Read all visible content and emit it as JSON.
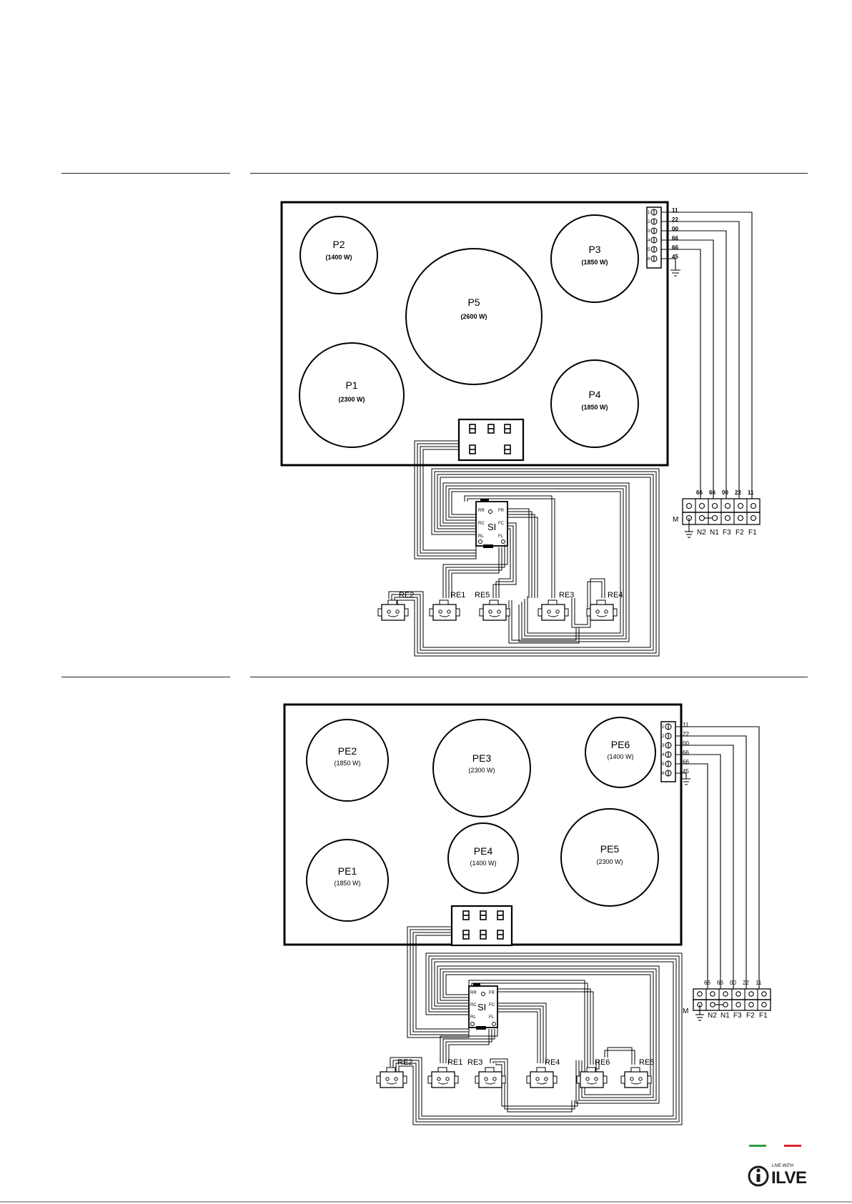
{
  "diagram1": {
    "burners": [
      {
        "name": "P2",
        "power": "(1400 W)"
      },
      {
        "name": "P5",
        "power": "(2600 W)"
      },
      {
        "name": "P3",
        "power": "(1850 W)"
      },
      {
        "name": "P1",
        "power": "(2300 W)"
      },
      {
        "name": "P4",
        "power": "(1850 W)"
      }
    ],
    "terminal_numbers": [
      "1",
      "2",
      "3",
      "4",
      "5",
      "6"
    ],
    "terminal_codes": [
      "11",
      "22",
      "00",
      "66",
      "66",
      "45"
    ],
    "block_codes": [
      "66",
      "66",
      "00",
      "22",
      "11"
    ],
    "block_labels": {
      "m": "M",
      "n2": "N2",
      "n1": "N1",
      "f3": "F3",
      "f2": "F2",
      "f1": "F1"
    },
    "si": {
      "label": "SI",
      "rr": "RR",
      "fr": "FR",
      "rc": "RC",
      "fc": "FC",
      "rl": "RL",
      "fl": "FL"
    },
    "regulators": [
      "RE2",
      "RE1",
      "RE5",
      "RE3",
      "RE4"
    ]
  },
  "diagram2": {
    "burners": [
      {
        "name": "PE2",
        "power": "(1850 W)"
      },
      {
        "name": "PE3",
        "power": "(2300 W)"
      },
      {
        "name": "PE6",
        "power": "(1400 W)"
      },
      {
        "name": "PE1",
        "power": "(1850 W)"
      },
      {
        "name": "PE4",
        "power": "(1400 W)"
      },
      {
        "name": "PE5",
        "power": "(2300 W)"
      }
    ],
    "terminal_numbers": [
      "1",
      "2",
      "3",
      "4",
      "5",
      "6"
    ],
    "terminal_codes": [
      "11",
      "22",
      "00",
      "66",
      "66",
      "45"
    ],
    "block_codes": [
      "66",
      "66",
      "00",
      "22",
      "11"
    ],
    "block_labels": {
      "m": "M",
      "n2": "N2",
      "n1": "N1",
      "f3": "F3",
      "f2": "F2",
      "f1": "F1"
    },
    "si": {
      "label": "SI",
      "rr": "RR",
      "fr": "FR",
      "rc": "RC",
      "fc": "FC",
      "rl": "RL",
      "fl": "FL"
    },
    "regulators": [
      "RE2",
      "RE1",
      "RE3",
      "RE4",
      "RE6",
      "RE5"
    ]
  },
  "footer": {
    "brand_tagline": "LIVE WITH",
    "brand_name": "ILVE",
    "colors": {
      "green": "#2e9d3e",
      "red": "#d6262e",
      "ink": "#1a1a1a"
    }
  }
}
